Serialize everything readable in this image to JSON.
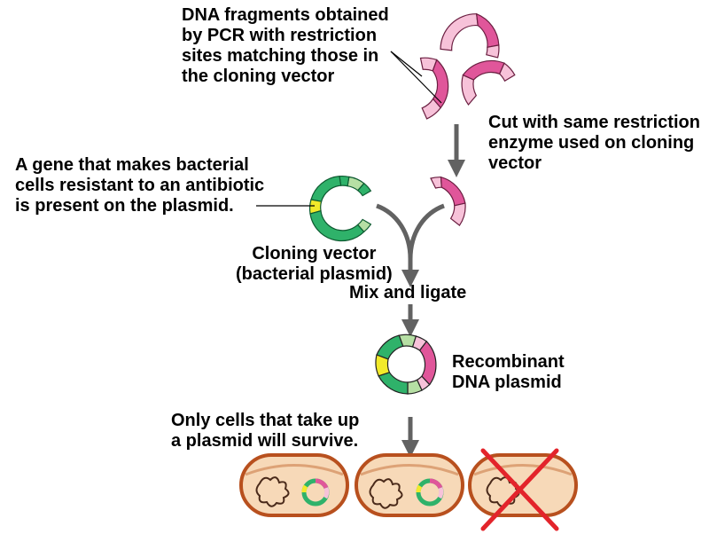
{
  "labels": {
    "pcr_fragments": [
      "DNA fragments obtained",
      "by PCR with restriction",
      "sites matching those in",
      "the cloning vector"
    ],
    "cut_step": [
      "Cut with same restriction",
      "enzyme used on cloning",
      "vector"
    ],
    "resistance_gene": [
      "A gene that makes bacterial",
      "cells resistant to an antibiotic",
      "is present on the plasmid."
    ],
    "cloning_vector": [
      "Cloning vector",
      "(bacterial plasmid)"
    ],
    "mix_ligate": "Mix and ligate",
    "recombinant": [
      "Recombinant",
      "DNA plasmid"
    ],
    "survival": [
      "Only cells that take up",
      "a plasmid will survive."
    ]
  },
  "colors": {
    "insert_dark": "#e0569a",
    "insert_light": "#f7c2d9",
    "vector_dark": "#2fb26a",
    "vector_light": "#b6dfa4",
    "resistance_gene": "#f2ea2a",
    "arrow": "#626262",
    "cell_fill": "#f7d9b8",
    "cell_border": "#b8501e",
    "cross": "#e3242b"
  }
}
